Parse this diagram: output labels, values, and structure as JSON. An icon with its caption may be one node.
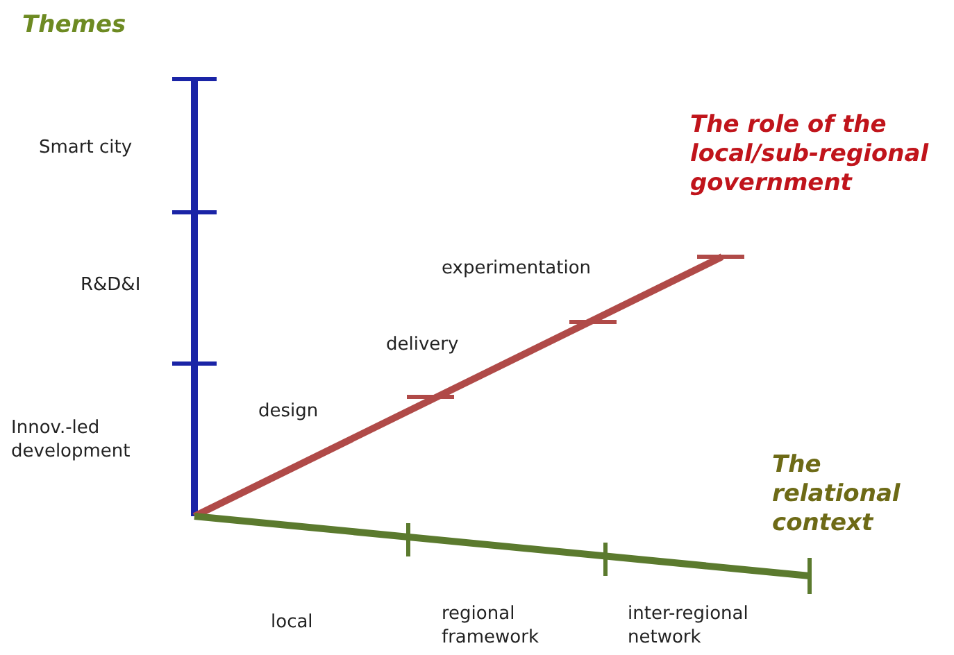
{
  "diagram": {
    "labels": [
      "Themes",
      "Smart city",
      "The role of the local/sub-regional government",
      "experimentation",
      "R&D&I",
      "delivery",
      "design",
      "Innov.-led development",
      "The relational context",
      "local",
      "regional framework",
      "inter-regional network"
    ]
  }
}
